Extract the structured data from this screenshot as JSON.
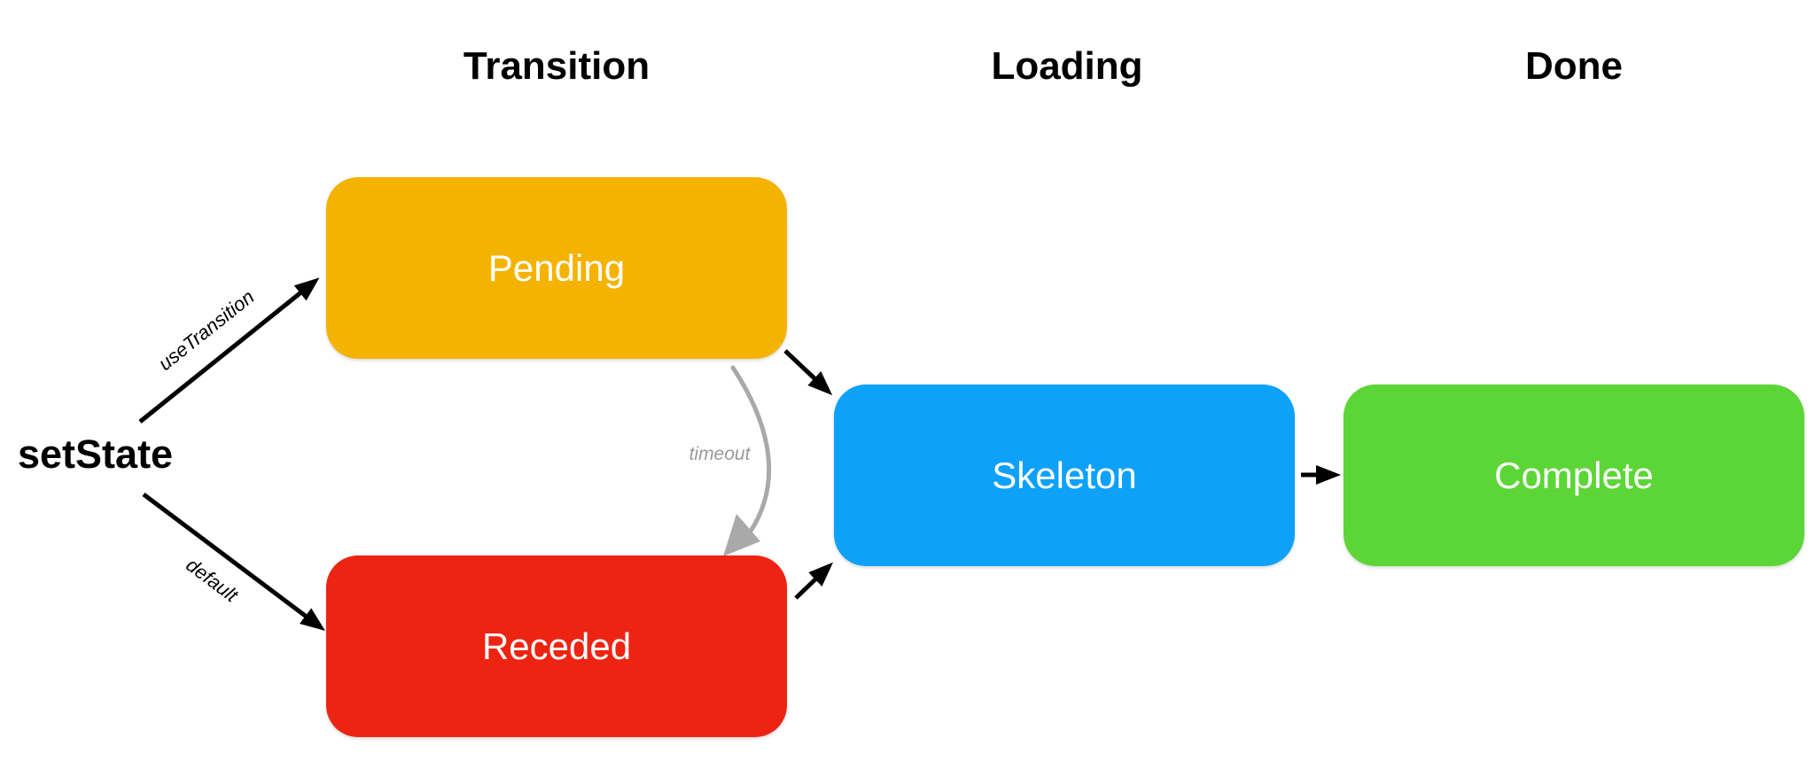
{
  "headers": [
    {
      "id": "transition",
      "label": "Transition"
    },
    {
      "id": "loading",
      "label": "Loading"
    },
    {
      "id": "done",
      "label": "Done"
    }
  ],
  "source": {
    "label": "setState"
  },
  "nodes": [
    {
      "id": "pending",
      "label": "Pending",
      "color": "#F5B301"
    },
    {
      "id": "receded",
      "label": "Receded",
      "color": "#EE2413"
    },
    {
      "id": "skeleton",
      "label": "Skeleton",
      "color": "#0EA1FA"
    },
    {
      "id": "complete",
      "label": "Complete",
      "color": "#5CD636"
    }
  ],
  "edge_labels": {
    "use_transition": "useTransition",
    "default": "default",
    "timeout": "timeout"
  },
  "palette": {
    "edge": "#000000",
    "timeout_arrow": "#A9A9A9",
    "timeout_label": "#999999",
    "node_text": "#FFFFFF",
    "header_text": "#000000",
    "background": "#FFFFFF"
  }
}
